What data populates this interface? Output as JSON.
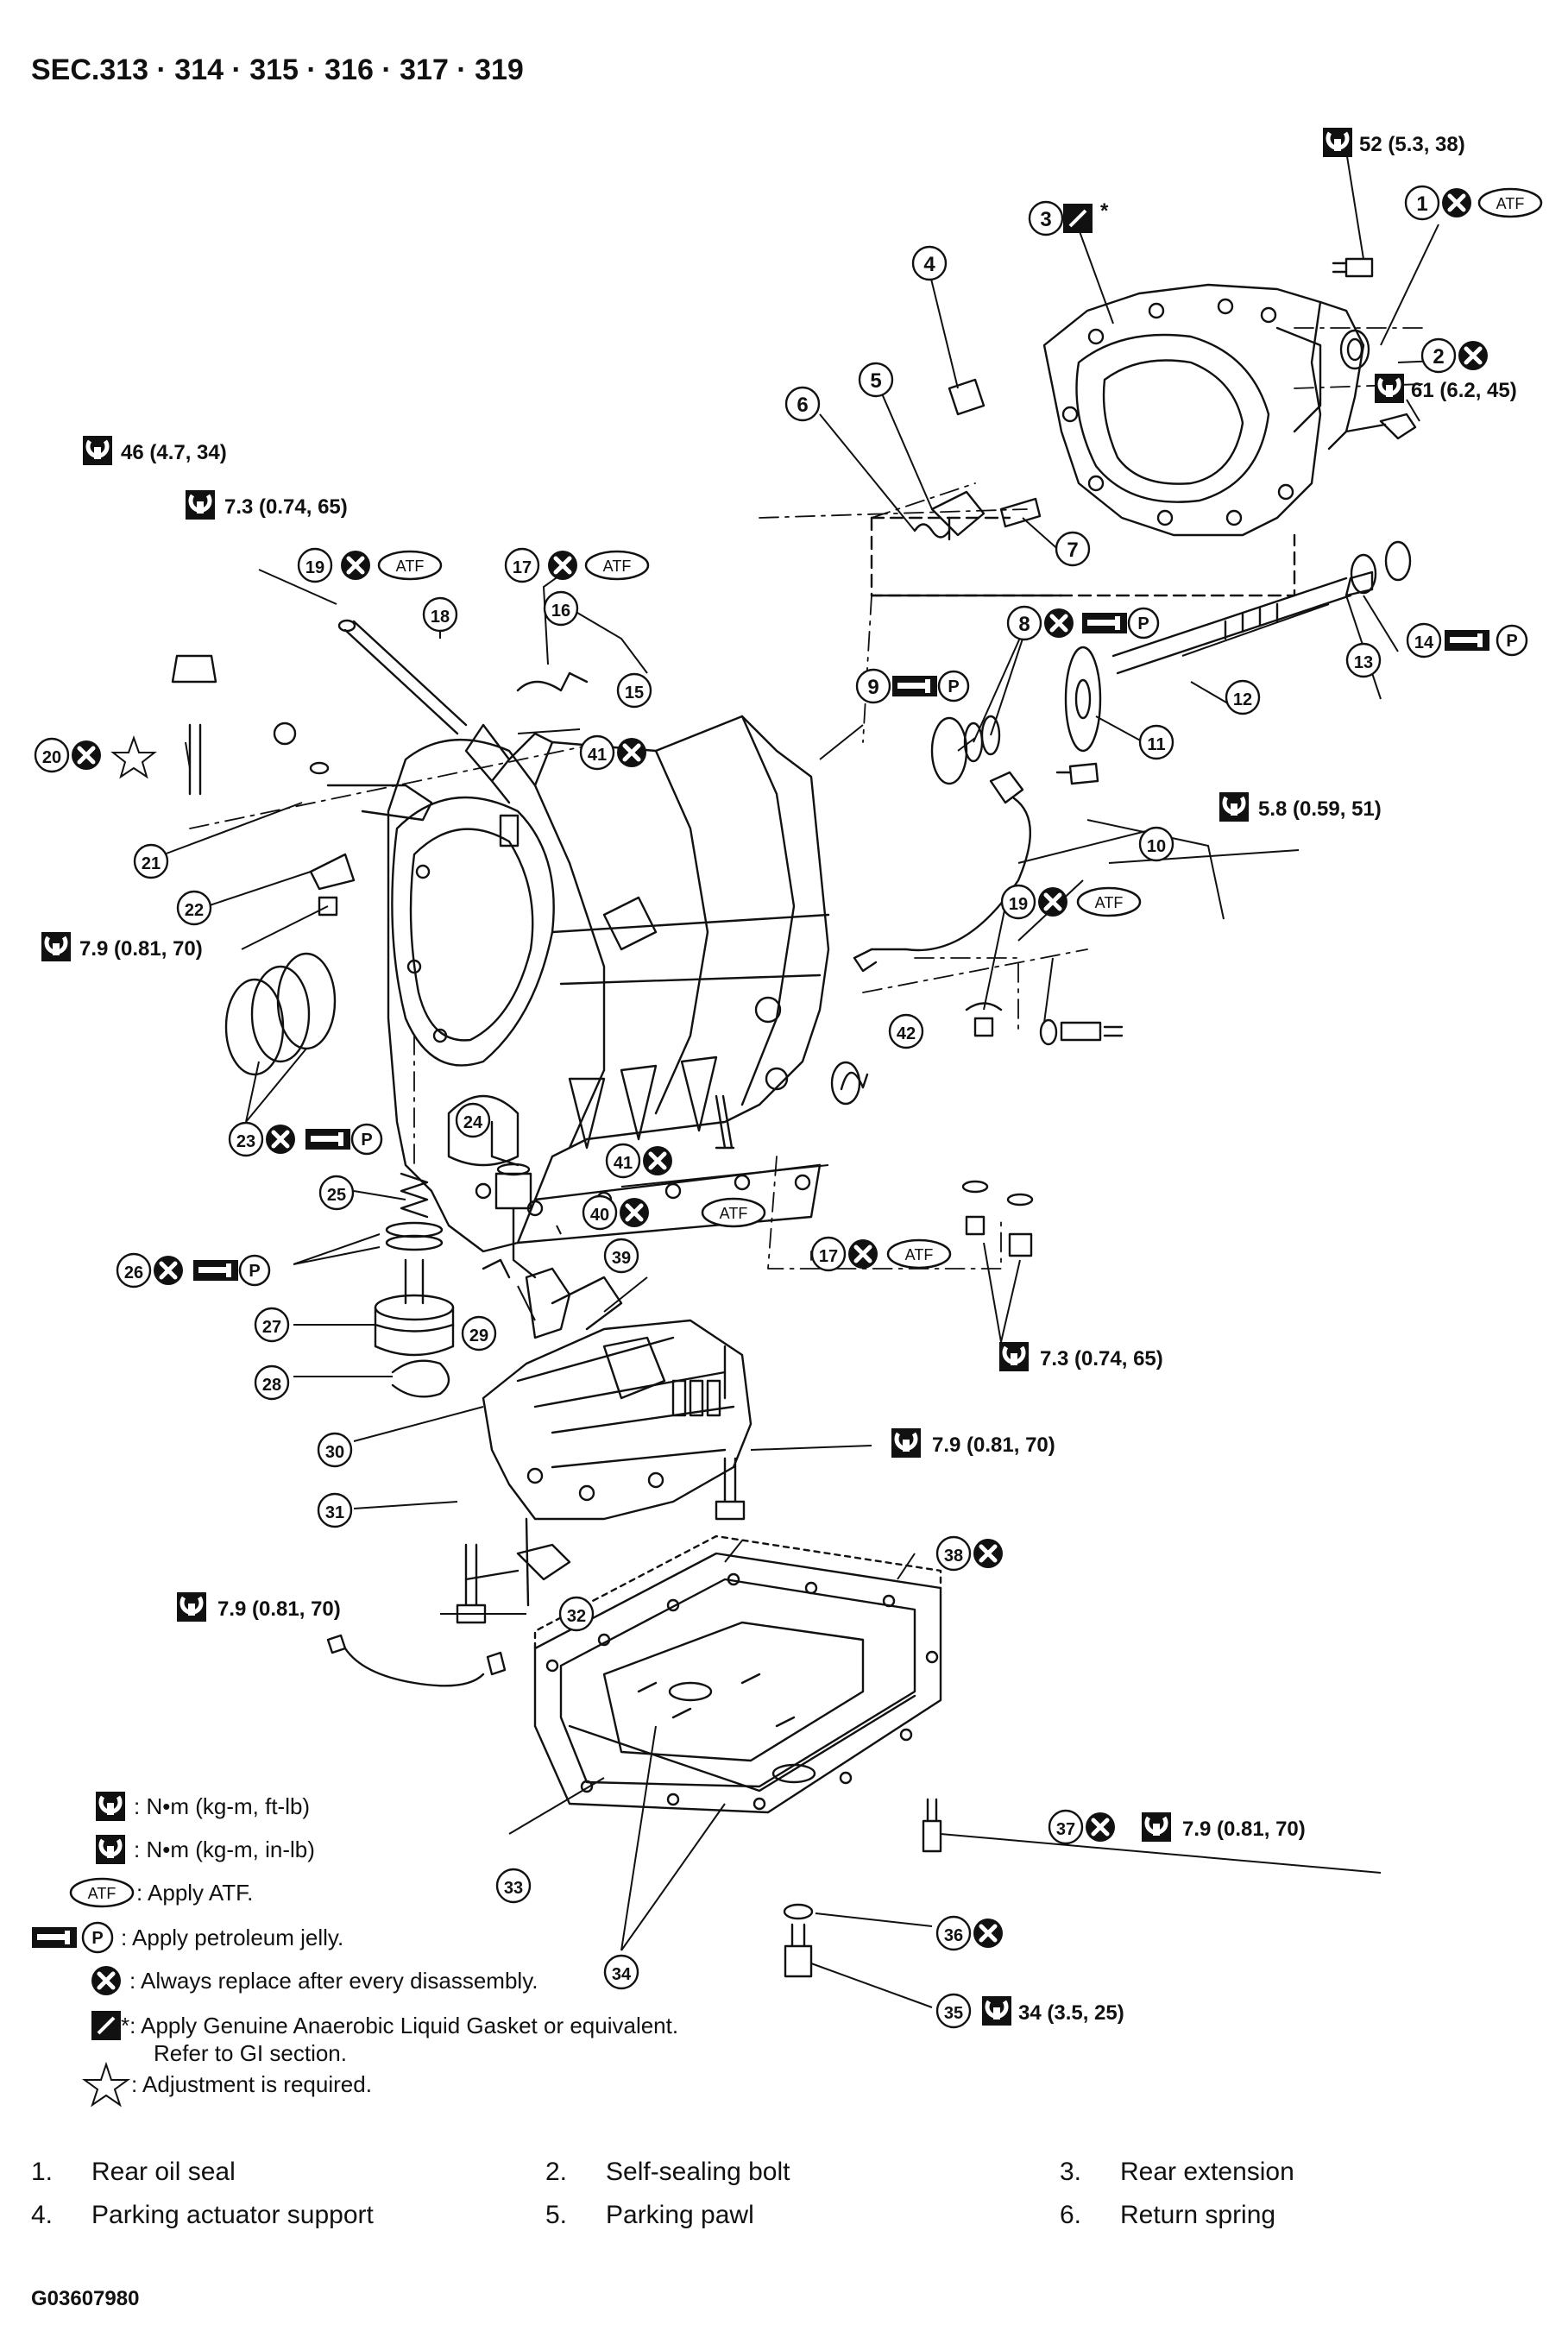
{
  "section_title": "SEC.313 · 314 · 315 · 316 · 317 · 319",
  "figure_code": "G03607980",
  "callouts": [
    "1",
    "2",
    "3",
    "4",
    "5",
    "6",
    "7",
    "8",
    "9",
    "10",
    "11",
    "12",
    "13",
    "14",
    "15",
    "16",
    "17",
    "17",
    "18",
    "19",
    "19",
    "20",
    "21",
    "22",
    "23",
    "24",
    "25",
    "26",
    "27",
    "28",
    "29",
    "30",
    "31",
    "32",
    "33",
    "34",
    "35",
    "36",
    "37",
    "38",
    "39",
    "40",
    "41",
    "41",
    "42"
  ],
  "torque_specs": [
    {
      "id": "t52",
      "value": "52  (5.3,  38)"
    },
    {
      "id": "t61",
      "value": "61 (6.2, 45)"
    },
    {
      "id": "t46",
      "value": "46  (4.7,  34)"
    },
    {
      "id": "t73a",
      "value": "7.3  (0.74,  65)"
    },
    {
      "id": "t58",
      "value": "5.8  (0.59,  51)"
    },
    {
      "id": "t79a",
      "value": "7.9  (0.81,  70)"
    },
    {
      "id": "t73b",
      "value": "7.3  (0.74,  65)"
    },
    {
      "id": "t79b",
      "value": "7.9  (0.81,  70)"
    },
    {
      "id": "t79c",
      "value": "7.9  (0.81,  70)"
    },
    {
      "id": "t79d",
      "value": "7.9  (0.81,  70)"
    },
    {
      "id": "t34",
      "value": "34  (3.5,  25)"
    }
  ],
  "symbols": {
    "atf": "ATF",
    "petroleum": "P"
  },
  "legend": [
    {
      "icon": "torque-wrench-icon",
      "text": ":  N•m   (kg-m,   ft-lb)"
    },
    {
      "icon": "torque-wrench-small-icon",
      "text": ":  N•m   (kg-m,   in-lb)"
    },
    {
      "icon": "atf-icon",
      "text": ": Apply ATF."
    },
    {
      "icon": "petroleum-jelly-icon",
      "text": ": Apply petroleum jelly."
    },
    {
      "icon": "replace-icon",
      "text": ": Always replace after every disassembly."
    },
    {
      "icon": "liquid-gasket-icon",
      "text": "*: Apply Genuine Anaerobic Liquid Gasket or equivalent."
    },
    {
      "icon": "",
      "text": "Refer to GI section."
    },
    {
      "icon": "star-icon",
      "text": ": Adjustment is required."
    }
  ],
  "parts": [
    {
      "num": "1.",
      "name": "Rear oil seal"
    },
    {
      "num": "2.",
      "name": "Self-sealing bolt"
    },
    {
      "num": "3.",
      "name": "Rear extension"
    },
    {
      "num": "4.",
      "name": "Parking actuator support"
    },
    {
      "num": "5.",
      "name": "Parking pawl"
    },
    {
      "num": "6.",
      "name": "Return spring"
    }
  ]
}
